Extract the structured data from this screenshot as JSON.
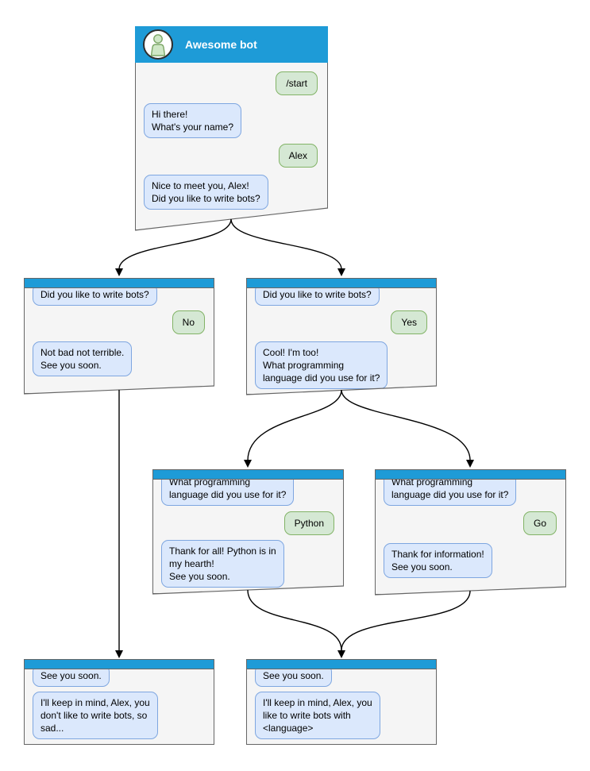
{
  "colors": {
    "header_blue": "#1E9BD7",
    "window_bg": "#F5F5F5",
    "window_border": "#666666",
    "bot_bubble_bg": "#DBE8FC",
    "bot_bubble_border": "#7EA6E0",
    "user_bubble_bg": "#D5E8D4",
    "user_bubble_border": "#82B366",
    "avatar_fill": "#CFE7C6",
    "avatar_stroke": "#7CA666",
    "arrow_color": "#000000"
  },
  "icons": {
    "avatar": "person-icon"
  },
  "windows": {
    "root": {
      "title": "Awesome bot",
      "messages": [
        {
          "from": "user",
          "lines": [
            "/start"
          ]
        },
        {
          "from": "bot",
          "lines": [
            "Hi there!",
            "What's your name?"
          ]
        },
        {
          "from": "user",
          "lines": [
            "Alex"
          ]
        },
        {
          "from": "bot",
          "lines": [
            "Nice to meet you, Alex!",
            "Did you like to write bots?"
          ]
        }
      ]
    },
    "no_branch": {
      "messages": [
        {
          "from": "bot",
          "lines": [
            "Did you like to write bots?"
          ]
        },
        {
          "from": "user",
          "lines": [
            "No"
          ]
        },
        {
          "from": "bot",
          "lines": [
            "Not bad not terrible.",
            "See you soon."
          ]
        }
      ]
    },
    "yes_branch": {
      "messages": [
        {
          "from": "bot",
          "lines": [
            "Did you like to write bots?"
          ]
        },
        {
          "from": "user",
          "lines": [
            "Yes"
          ]
        },
        {
          "from": "bot",
          "lines": [
            "Cool! I'm too!",
            "What programming",
            "language did you use for it?"
          ]
        }
      ]
    },
    "python_branch": {
      "messages": [
        {
          "from": "bot",
          "lines": [
            "What programming",
            "language did you use for it?"
          ]
        },
        {
          "from": "user",
          "lines": [
            "Python"
          ]
        },
        {
          "from": "bot",
          "lines": [
            "Thank for all! Python is in",
            "my hearth!",
            "See you soon."
          ]
        }
      ]
    },
    "go_branch": {
      "messages": [
        {
          "from": "bot",
          "lines": [
            "What programming",
            "language did you use for it?"
          ]
        },
        {
          "from": "user",
          "lines": [
            "Go"
          ]
        },
        {
          "from": "bot",
          "lines": [
            "Thank for information!",
            "See you soon."
          ]
        }
      ]
    },
    "end_no": {
      "messages": [
        {
          "from": "bot",
          "lines": [
            "See you soon."
          ]
        },
        {
          "from": "bot",
          "lines": [
            "I'll keep in mind, Alex, you",
            "don't like to write bots, so",
            "sad..."
          ]
        }
      ]
    },
    "end_yes": {
      "messages": [
        {
          "from": "bot",
          "lines": [
            "See you soon."
          ]
        },
        {
          "from": "bot",
          "lines": [
            "I'll keep in mind, Alex, you",
            "like to write bots with",
            "<language>"
          ]
        }
      ]
    }
  }
}
